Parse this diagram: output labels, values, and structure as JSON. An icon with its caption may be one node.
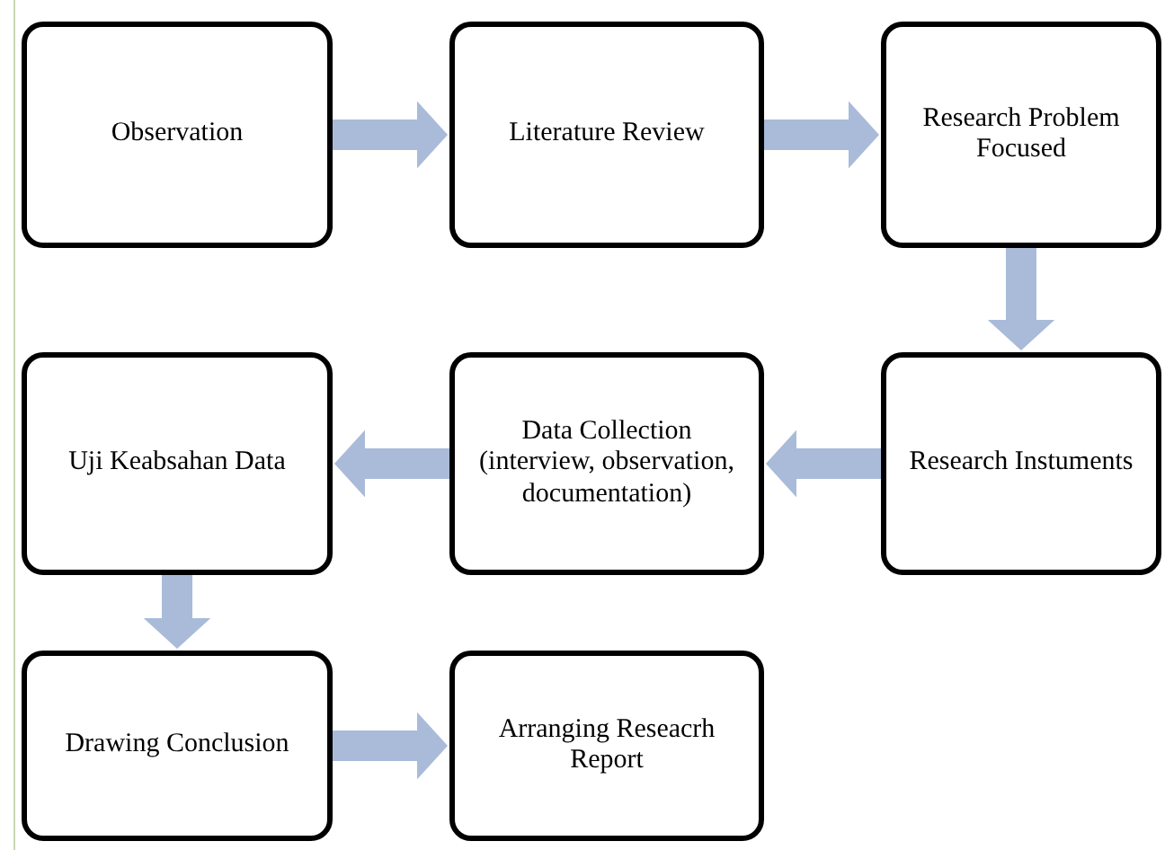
{
  "diagram": {
    "nodes": [
      {
        "text": [
          "Observation"
        ]
      },
      {
        "text": [
          "Literature Review"
        ]
      },
      {
        "text": [
          "Research Problem Focused"
        ]
      },
      {
        "text": [
          "Research Instuments"
        ]
      },
      {
        "text": [
          "Data Collection (interview, observation, documentation)"
        ]
      },
      {
        "text": [
          "Uji Keabsahan Data"
        ]
      },
      {
        "text": [
          "Drawing Conclusion"
        ]
      },
      {
        "text": [
          "Arranging Reseacrh Report"
        ]
      }
    ],
    "edges": [
      {
        "from": 0,
        "to": 1,
        "arrow": "to",
        "color": "#a9bbd9"
      },
      {
        "from": 1,
        "to": 2,
        "arrow": "to",
        "color": "#a9bbd9"
      },
      {
        "from": 2,
        "to": 3,
        "arrow": "to",
        "color": "#a9bbd9"
      },
      {
        "from": 3,
        "to": 4,
        "arrow": "to",
        "color": "#a9bbd9"
      },
      {
        "from": 4,
        "to": 5,
        "arrow": "to",
        "color": "#a9bbd9"
      },
      {
        "from": 5,
        "to": 6,
        "arrow": "to",
        "color": "#a9bbd9"
      },
      {
        "from": 6,
        "to": 7,
        "arrow": "to",
        "color": "#a9bbd9"
      }
    ]
  }
}
